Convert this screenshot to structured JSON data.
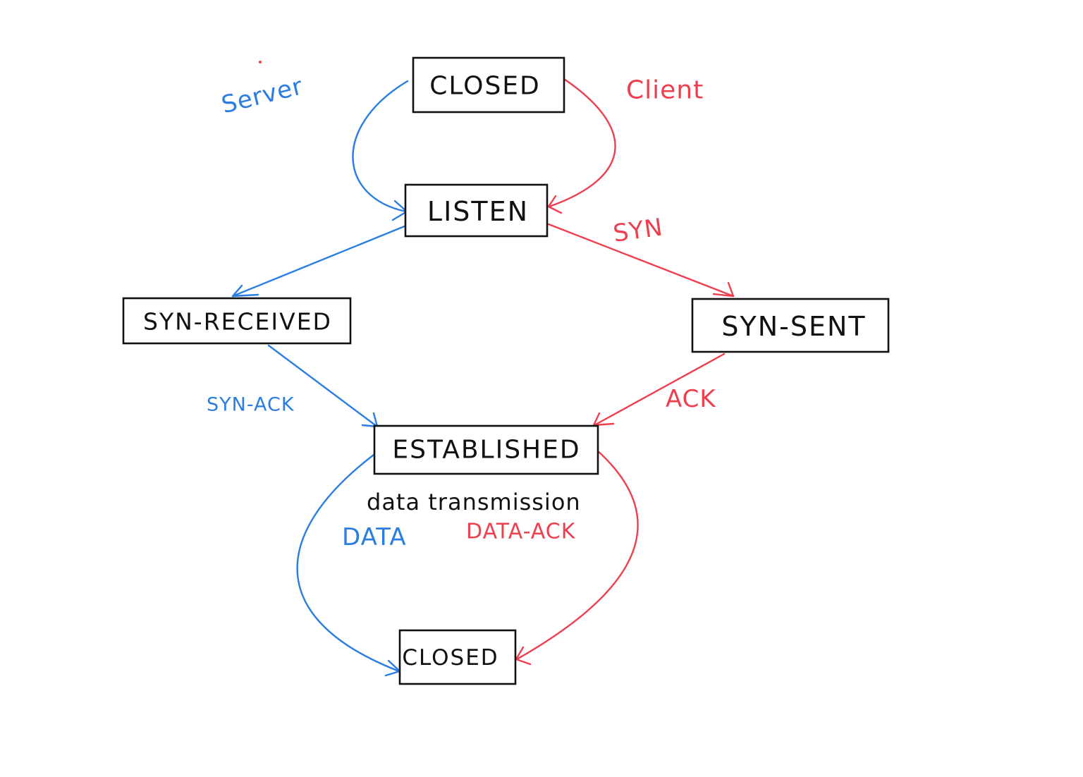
{
  "colors": {
    "server": "#2a7de1",
    "client": "#ee3f4f",
    "box_stroke": "#111111",
    "text": "#111111"
  },
  "states": {
    "closed_top": "CLOSED",
    "listen": "LISTEN",
    "syn_received": "SYN-RECEIVED",
    "syn_sent": "SYN-SENT",
    "established": "ESTABLISHED",
    "closed_bottom": "CLOSED"
  },
  "roles": {
    "server": "Server",
    "client": "Client"
  },
  "messages": {
    "syn": "SYN",
    "syn_ack": "SYN-ACK",
    "ack": "ACK",
    "data": "DATA",
    "data_ack": "DATA-ACK"
  },
  "annotations": {
    "data_transmission": "data transmission"
  }
}
